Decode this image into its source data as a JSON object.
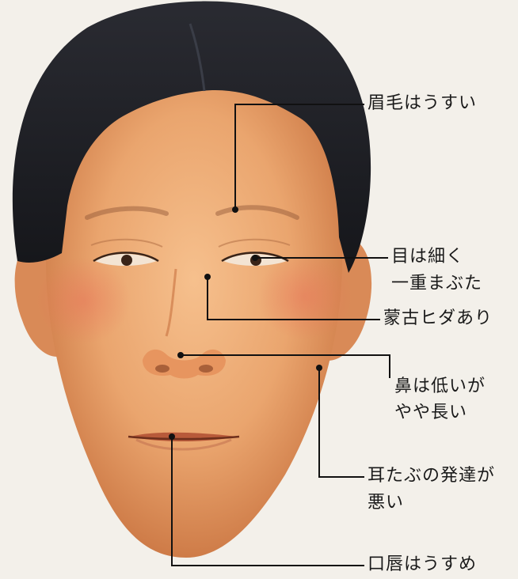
{
  "labels": {
    "eyebrows": "眉毛はうすい",
    "eyes_line1": "目は細く",
    "eyes_line2": "一重まぶた",
    "epicanthus": "蒙古ヒダあり",
    "nose_line1": "鼻は低いが",
    "nose_line2": "やや長い",
    "ear_line1": "耳たぶの発達が",
    "ear_line2": "悪い",
    "lips": "口唇はうすめ"
  },
  "colors": {
    "background": "#f3f0ea",
    "skin": "#eaa56e",
    "skin_shadow": "#c8723f",
    "hair": "#1f1f24",
    "leader_line": "#111111"
  }
}
